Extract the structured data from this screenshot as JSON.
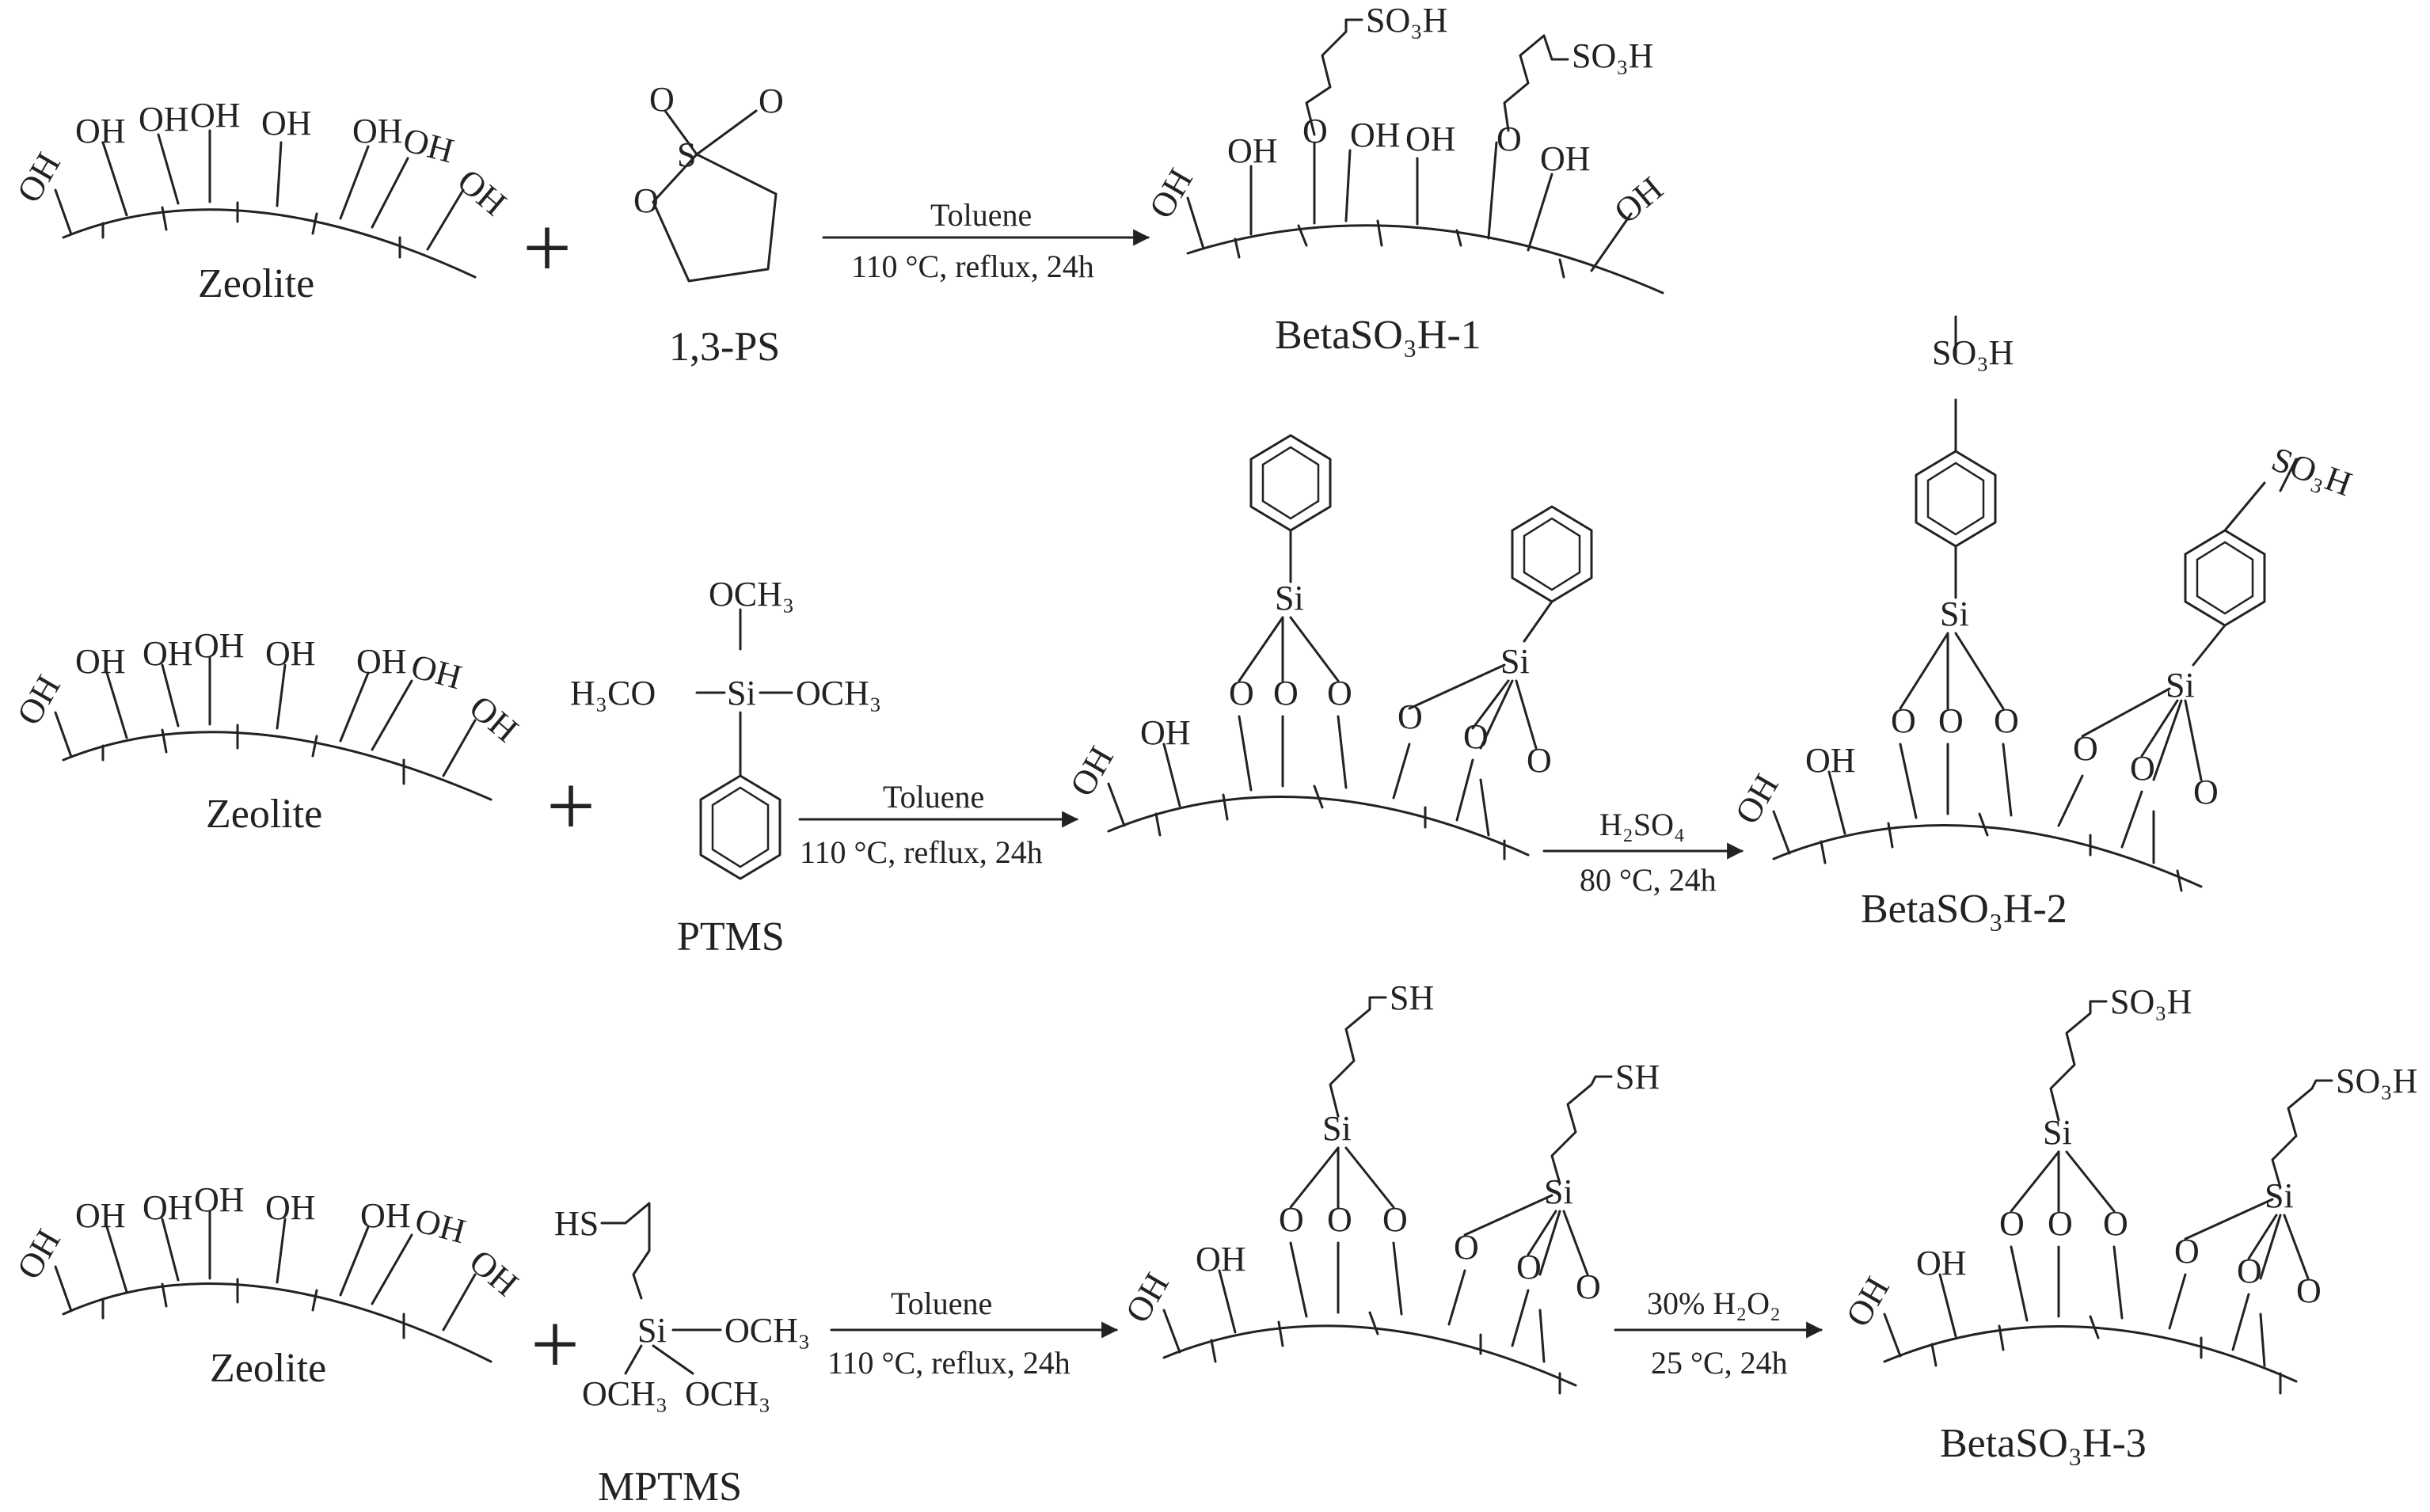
{
  "labels": {
    "zeolite": "Zeolite",
    "ps": "1,3-PS",
    "ptms": "PTMS",
    "mptms": "MPTMS",
    "product1": "BetaSO₃H-1",
    "product2": "BetaSO₃H-2",
    "product3": "BetaSO₃H-3",
    "plus": "+"
  },
  "groups": {
    "oh": "OH",
    "o": "O",
    "si": "Si",
    "sh": "SH",
    "hs": "HS",
    "so3h": "SO₃H",
    "och3": "OCH₃",
    "h3co": "H₃CO"
  },
  "conditions": {
    "step1_above": "Toluene",
    "step1_below": "110 °C, reflux, 24h",
    "step2_above": "Toluene",
    "step2_below": "110 °C, reflux, 24h",
    "step3_above": "H₂SO₄",
    "step3_below": "80 °C, 24h",
    "step4_above": "Toluene",
    "step4_below": "110 °C, reflux, 24h",
    "step5_above": "30% H₂O₂",
    "step5_below": "25 °C, 24h"
  }
}
